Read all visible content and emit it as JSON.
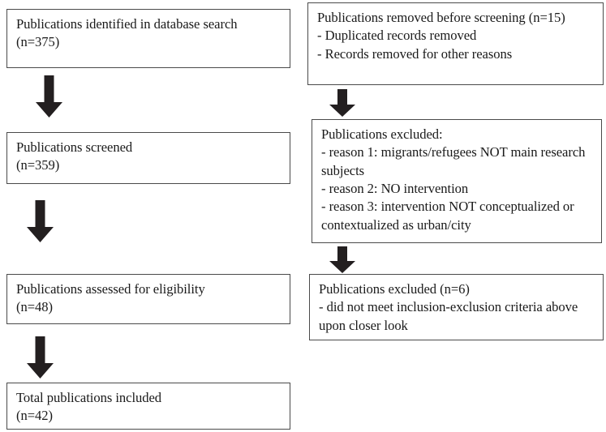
{
  "diagram": {
    "type": "prisma-flow-diagram",
    "title": "Publication selection flow",
    "colors": {
      "box_border": "#4a4a4a",
      "arrow_fill": "#231f20",
      "background": "#ffffff",
      "text": "#1a1a1a"
    },
    "left_column": [
      {
        "id": "identified",
        "text": "Publications identified in database search\n(n=375)",
        "count": 375
      },
      {
        "id": "screened",
        "text": "Publications screened\n(n=359)",
        "count": 359
      },
      {
        "id": "eligibility",
        "text": "Publications assessed for eligibility\n(n=48)",
        "count": 48
      },
      {
        "id": "included",
        "text": "Total publications included\n(n=42)",
        "count": 42
      }
    ],
    "right_column": [
      {
        "id": "removed-before-screening",
        "text": "Publications removed before screening (n=15)\n- Duplicated records removed\n- Records removed for other reasons",
        "count": 15
      },
      {
        "id": "excluded-reasons",
        "text": "Publications excluded:\n- reason 1: migrants/refugees NOT main research subjects\n- reason 2: NO intervention\n- reason 3: intervention NOT conceptualized or contextualized as urban/city"
      },
      {
        "id": "excluded-closer-look",
        "text": "Publications excluded (n=6)\n- did not meet inclusion-exclusion criteria above upon closer look",
        "count": 6
      }
    ],
    "arrows": [
      {
        "id": "identified-to-screened",
        "direction": "down"
      },
      {
        "id": "screened-to-eligibility",
        "direction": "down"
      },
      {
        "id": "eligibility-to-included",
        "direction": "down"
      },
      {
        "id": "removed-to-excluded-reasons",
        "direction": "down"
      },
      {
        "id": "excluded-reasons-to-closer-look",
        "direction": "down"
      }
    ]
  }
}
